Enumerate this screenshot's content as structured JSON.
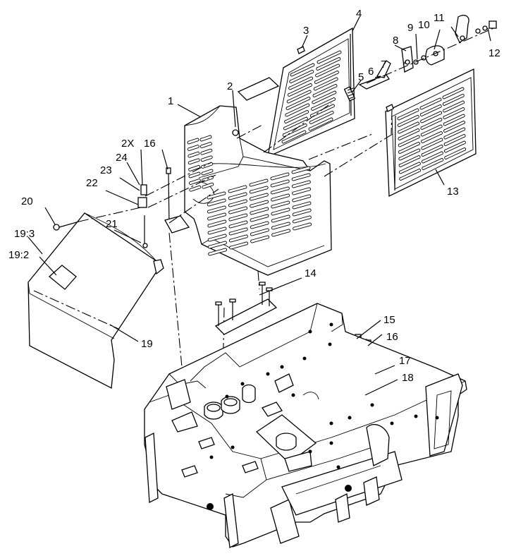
{
  "callouts": [
    {
      "id": "c1",
      "text": "1"
    },
    {
      "id": "c2",
      "text": "2"
    },
    {
      "id": "c3",
      "text": "3"
    },
    {
      "id": "c4",
      "text": "4"
    },
    {
      "id": "c5",
      "text": "5"
    },
    {
      "id": "c6",
      "text": "6"
    },
    {
      "id": "c7",
      "text": "7"
    },
    {
      "id": "c8",
      "text": "8"
    },
    {
      "id": "c9",
      "text": "9"
    },
    {
      "id": "c10",
      "text": "10"
    },
    {
      "id": "c11",
      "text": "11"
    },
    {
      "id": "c12",
      "text": "12"
    },
    {
      "id": "c13",
      "text": "13"
    },
    {
      "id": "c14",
      "text": "14"
    },
    {
      "id": "c15",
      "text": "15"
    },
    {
      "id": "c16a",
      "text": "16"
    },
    {
      "id": "c16b",
      "text": "16"
    },
    {
      "id": "c17",
      "text": "17"
    },
    {
      "id": "c18",
      "text": "18"
    },
    {
      "id": "c19",
      "text": "19"
    },
    {
      "id": "c192",
      "text": "19:2"
    },
    {
      "id": "c193",
      "text": "19:3"
    },
    {
      "id": "c20",
      "text": "20"
    },
    {
      "id": "c21",
      "text": "21"
    },
    {
      "id": "c22",
      "text": "22"
    },
    {
      "id": "c23",
      "text": "23"
    },
    {
      "id": "c24",
      "text": "24"
    },
    {
      "id": "c2x",
      "text": "2X"
    }
  ]
}
